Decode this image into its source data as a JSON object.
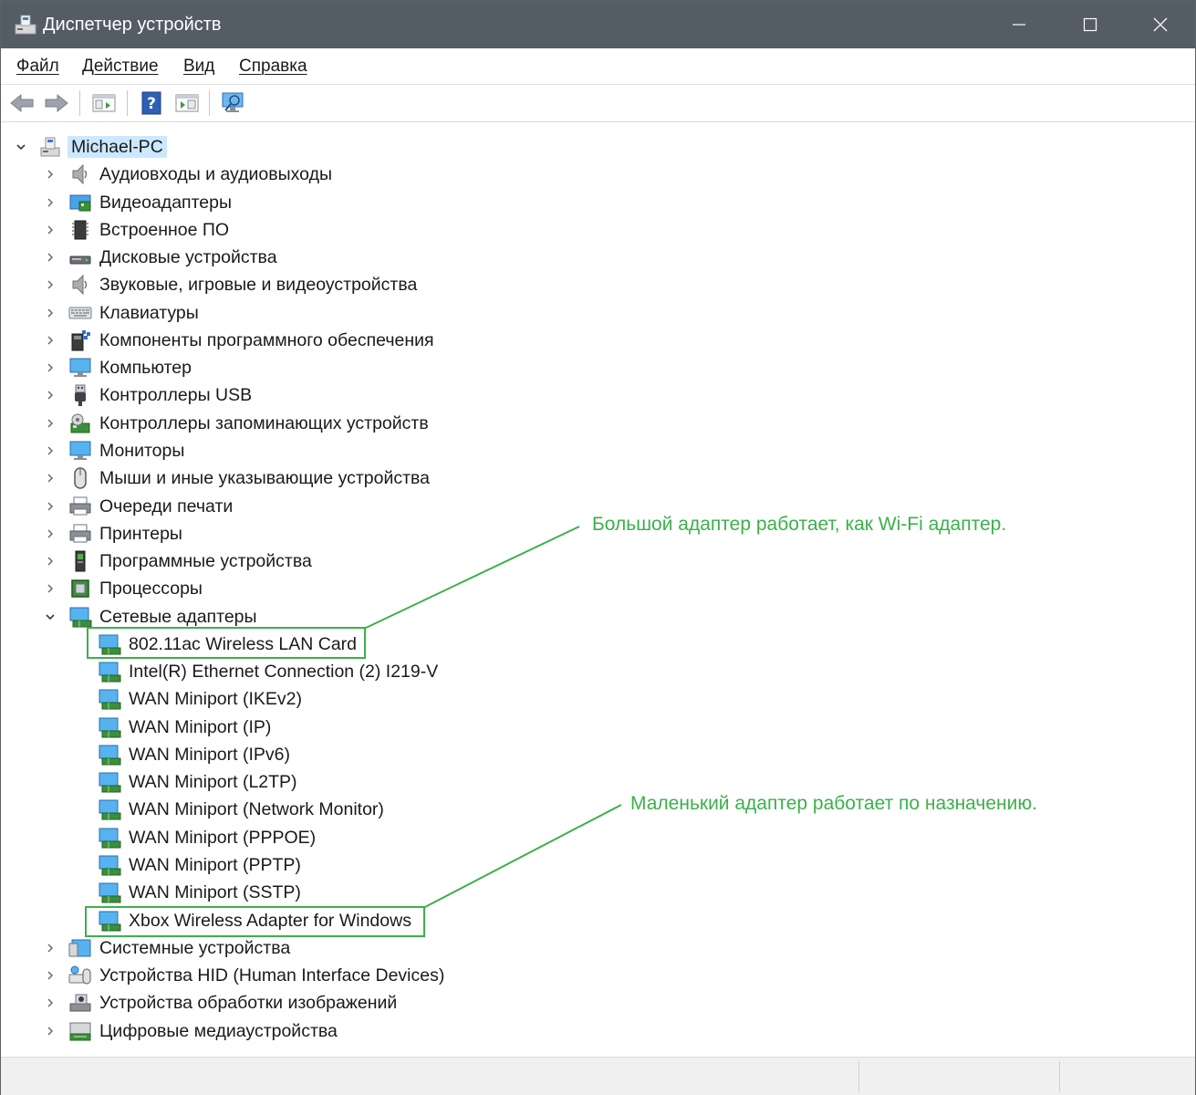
{
  "window": {
    "title": "Диспетчер устройств"
  },
  "menu": {
    "file": "Файл",
    "action": "Действие",
    "view": "Вид",
    "help": "Справка"
  },
  "tree": {
    "root": "Michael-PC",
    "categories": [
      {
        "label": "Аудиовходы и аудиовыходы",
        "icon": "speaker-icon"
      },
      {
        "label": "Видеоадаптеры",
        "icon": "display-adapter-icon"
      },
      {
        "label": "Встроенное ПО",
        "icon": "firmware-chip-icon"
      },
      {
        "label": "Дисковые устройства",
        "icon": "disk-drive-icon"
      },
      {
        "label": "Звуковые, игровые и видеоустройства",
        "icon": "speaker-icon"
      },
      {
        "label": "Клавиатуры",
        "icon": "keyboard-icon"
      },
      {
        "label": "Компоненты программного обеспечения",
        "icon": "software-component-icon"
      },
      {
        "label": "Компьютер",
        "icon": "computer-icon"
      },
      {
        "label": "Контроллеры USB",
        "icon": "usb-icon"
      },
      {
        "label": "Контроллеры запоминающих устройств",
        "icon": "storage-controller-icon"
      },
      {
        "label": "Мониторы",
        "icon": "monitor-icon"
      },
      {
        "label": "Мыши и иные указывающие устройства",
        "icon": "mouse-icon"
      },
      {
        "label": "Очереди печати",
        "icon": "print-queue-icon"
      },
      {
        "label": "Принтеры",
        "icon": "printer-icon"
      },
      {
        "label": "Программные устройства",
        "icon": "software-device-icon"
      },
      {
        "label": "Процессоры",
        "icon": "processor-icon"
      },
      {
        "label": "Сетевые адаптеры",
        "icon": "network-adapter-icon",
        "expanded": true
      }
    ],
    "network_adapters": [
      "802.11ac Wireless LAN Card",
      "Intel(R) Ethernet Connection (2) I219-V",
      "WAN Miniport (IKEv2)",
      "WAN Miniport (IP)",
      "WAN Miniport (IPv6)",
      "WAN Miniport (L2TP)",
      "WAN Miniport (Network Monitor)",
      "WAN Miniport (PPPOE)",
      "WAN Miniport (PPTP)",
      "WAN Miniport (SSTP)",
      "Xbox Wireless Adapter for Windows"
    ],
    "categories_after": [
      {
        "label": "Системные устройства",
        "icon": "system-device-icon"
      },
      {
        "label": "Устройства HID (Human Interface Devices)",
        "icon": "hid-icon"
      },
      {
        "label": "Устройства обработки изображений",
        "icon": "imaging-device-icon"
      },
      {
        "label": "Цифровые медиаустройства",
        "icon": "media-device-icon"
      }
    ]
  },
  "annotations": {
    "note_wifi": "Большой адаптер работает, как Wi-Fi адаптер.",
    "note_xbox": "Маленький адаптер работает по назначению.",
    "color": "#3cb04b"
  }
}
